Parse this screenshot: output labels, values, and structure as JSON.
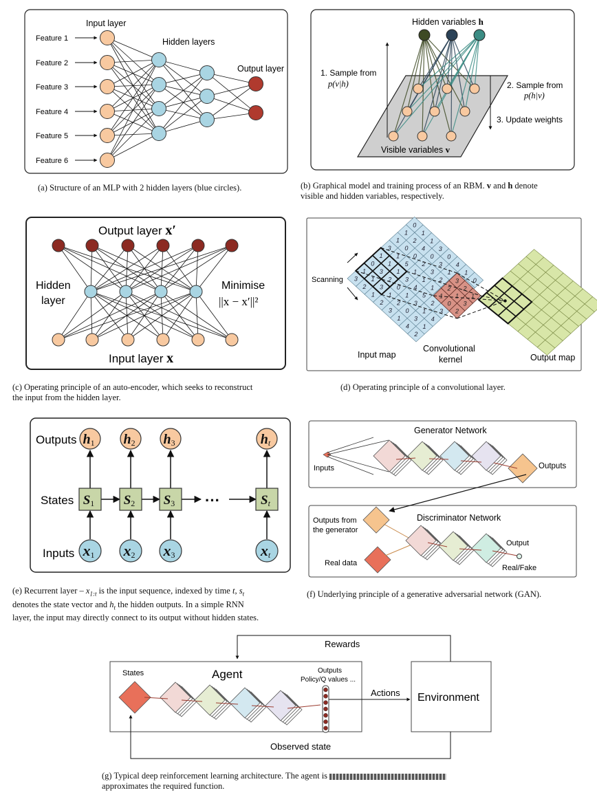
{
  "mlp": {
    "input_label": "Input layer",
    "hidden_label": "Hidden layers",
    "output_label": "Output layer",
    "features": [
      "Feature 1",
      "Feature 2",
      "Feature 3",
      "Feature 4",
      "Feature 5",
      "Feature 6"
    ],
    "caption": "(a)  Structure of an MLP with 2 hidden layers (blue circles)."
  },
  "rbm": {
    "hidden_label": "Hidden variables",
    "hidden_sym": "h",
    "visible_label": "Visible variables",
    "visible_sym": "v",
    "step1": "1. Sample from",
    "step1_expr": "p(v|h)",
    "step2": "2. Sample from",
    "step2_expr": "p(h|v)",
    "step3": "3. Update weights",
    "caption_l1": "(b)  Graphical model and training process of an RBM.",
    "caption_v": "v",
    "caption_and": "and",
    "caption_h": "h",
    "caption_denote": "denote",
    "caption_l2": "visible and hidden variables, respectively."
  },
  "ae": {
    "output_label": "Output layer",
    "output_sym": "x′",
    "hidden_l1": "Hidden",
    "hidden_l2": "layer",
    "minimise": "Minimise",
    "loss": "||x − x′||²",
    "input_label": "Input layer",
    "input_sym": "x",
    "caption_l1": "(c)  Operating principle of an auto-encoder, which seeks to reconstruct",
    "caption_l2": "the input from the hidden layer."
  },
  "conv": {
    "scanning": "Scanning",
    "input_map": "Input map",
    "kernel_l1": "Convolutional",
    "kernel_l2": "kernel",
    "output_map": "Output map",
    "caption": "(d)  Operating principle of a convolutional layer.",
    "input_digits": [
      [
        "3",
        "1",
        "0",
        "1",
        "3",
        "1",
        "1",
        "0"
      ],
      [
        "2",
        "1",
        "3",
        "1",
        "1",
        "0",
        "2",
        "1"
      ],
      [
        "1",
        "3",
        "2",
        "1",
        "5",
        "0",
        "4",
        "1"
      ],
      [
        "2",
        "1",
        "0",
        "3",
        "1",
        "2",
        "0",
        "3"
      ],
      [
        "3",
        "2",
        "1",
        "4",
        "1",
        "3",
        "3",
        "0"
      ],
      [
        "1",
        "0",
        "3",
        "5",
        "1",
        "2",
        "1",
        "4"
      ],
      [
        "4",
        "3",
        "1",
        "2",
        "3",
        "0",
        "2",
        "1"
      ],
      [
        "2",
        "1",
        "4",
        "3",
        "5",
        "1",
        "3",
        "0"
      ]
    ],
    "kernel_digits": [
      "1",
      "2",
      "3",
      "0",
      "1",
      "2",
      "2",
      "3",
      "1"
    ]
  },
  "rnn": {
    "outputs_label": "Outputs",
    "states_label": "States",
    "inputs_label": "Inputs",
    "h_nodes": [
      {
        "base": "h",
        "sub": "1"
      },
      {
        "base": "h",
        "sub": "2"
      },
      {
        "base": "h",
        "sub": "3"
      },
      {
        "base": "h",
        "sub": "t"
      }
    ],
    "s_nodes": [
      {
        "base": "S",
        "sub": "1"
      },
      {
        "base": "S",
        "sub": "2"
      },
      {
        "base": "S",
        "sub": "3"
      },
      {
        "base": "S",
        "sub": "t"
      }
    ],
    "x_nodes": [
      {
        "base": "x",
        "sub": "1"
      },
      {
        "base": "x",
        "sub": "2"
      },
      {
        "base": "x",
        "sub": "3"
      },
      {
        "base": "x",
        "sub": "t"
      }
    ],
    "ellipsis": "···",
    "caption_l1a": "(e)  Recurrent layer –",
    "caption_x": "x",
    "caption_xsub": "1:t",
    "caption_l1b": "is the input sequence, indexed by time",
    "caption_t": "t",
    "caption_s": "s",
    "caption_ssub": "t",
    "caption_l2a": "denotes the state vector and",
    "caption_h": "h",
    "caption_hsub": "t",
    "caption_l2b": "the hidden outputs. In a simple RNN",
    "caption_l3": "layer, the input may directly connect to its output without hidden states."
  },
  "gan": {
    "generator_title": "Generator Network",
    "inputs": "Inputs",
    "outputs": "Outputs",
    "disc_title": "Discriminator Network",
    "outputs_from_l1": "Outputs from",
    "outputs_from_l2": "the generator",
    "real_data": "Real data",
    "output": "Output",
    "real_fake": "Real/Fake",
    "caption": "(f)  Underlying principle of a generative adversarial network (GAN)."
  },
  "drl": {
    "rewards": "Rewards",
    "states": "States",
    "agent": "Agent",
    "outputs_l1": "Outputs",
    "outputs_l2": "Policy/Q values ...",
    "actions": "Actions",
    "environment": "Environment",
    "observed": "Observed state",
    "caption_l1": "(g)  Typical deep reinforcement learning architecture.  The agent is",
    "caption_l2": "approximates the required function."
  },
  "colors": {
    "input_node": "#F8C9A0",
    "hidden_node": "#A9D5E3",
    "output_node": "#B03A2E",
    "rbm_dark_green": "#3E4A24",
    "rbm_navy": "#2B4257",
    "rbm_teal": "#3B8C84",
    "state_box": "#C8D6A8",
    "conv_blue": "#C8E1EF",
    "conv_green": "#D8E6A8",
    "kernel_red": "#D89286",
    "gan_red": "#E8705A",
    "gan_orange": "#F6C48E"
  }
}
